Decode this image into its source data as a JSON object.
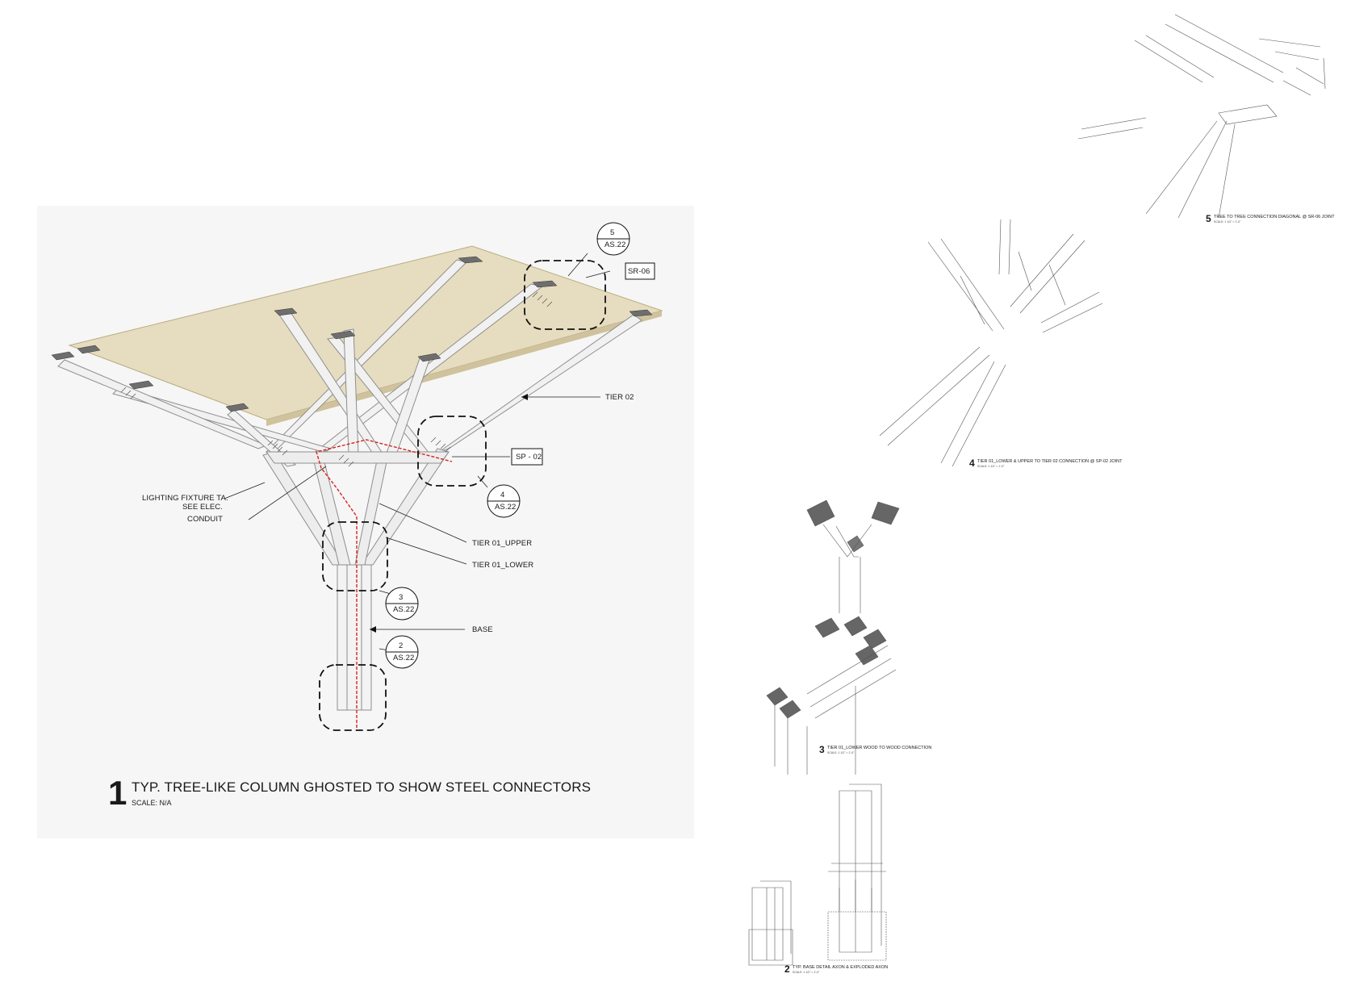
{
  "main": {
    "number": "1",
    "title": "TYP. TREE-LIKE COLUMN GHOSTED TO SHOW STEEL CONNECTORS",
    "scale": "SCALE: N/A",
    "tags": {
      "sr06": "SR-06",
      "sp02": "SP - 02"
    },
    "bubbles": {
      "b5": {
        "num": "5",
        "sheet": "AS.22"
      },
      "b4": {
        "num": "4",
        "sheet": "AS.22"
      },
      "b3": {
        "num": "3",
        "sheet": "AS.22"
      },
      "b2": {
        "num": "2",
        "sheet": "AS.22"
      }
    },
    "callouts": {
      "tier02": "TIER 02",
      "lighting1": "LIGHTING FIXTURE TA.",
      "lighting2": "SEE ELEC.",
      "conduit": "CONDUIT",
      "tier01_upper": "TIER 01_UPPER",
      "tier01_lower": "TIER 01_LOWER",
      "base": "BASE"
    }
  },
  "details": {
    "d5": {
      "number": "5",
      "title": "TREE TO TREE CONNECTION DIAGONAL @ SR-06 JOINT",
      "scale": "SCALE: 1 1/2\" = 1'-0\""
    },
    "d4": {
      "number": "4",
      "title": "TIER 01_LOWER & UPPER TO TIER 02 CONNECTION @ SP-02 JOINT",
      "scale": "SCALE: 1 1/2\" = 1'-0\""
    },
    "d3": {
      "number": "3",
      "title": "TIER 01_LOWER WOOD TO WOOD CONNECTION",
      "scale": "SCALE: 1 1/2\" = 1'-0\""
    },
    "d2": {
      "number": "2",
      "title": "TYP. BASE DETAIL AXON & EXPLODED AXON",
      "scale": "SCALE: 1 1/2\" = 1'-0\""
    }
  },
  "colors": {
    "canopy": "#e6dcbf",
    "canopy_edge": "#c9bc95",
    "conduit": "#d9231e",
    "member": "#ececec"
  }
}
